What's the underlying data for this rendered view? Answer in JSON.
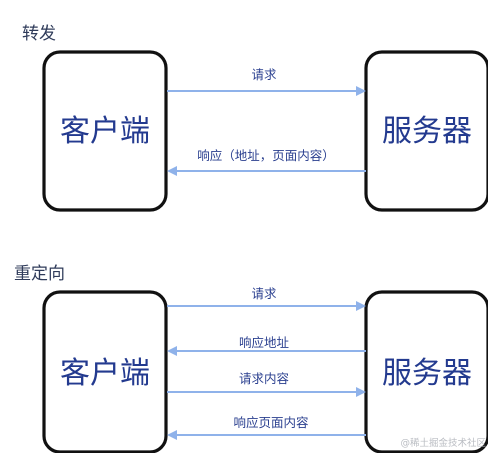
{
  "forward": {
    "title": "转发",
    "client": "客户端",
    "server": "服务器",
    "arrows": [
      {
        "label": "请求",
        "direction": "right"
      },
      {
        "label": "响应（地址，页面内容）",
        "direction": "left"
      }
    ]
  },
  "redirect": {
    "title": "重定向",
    "client": "客户端",
    "server": "服务器",
    "arrows": [
      {
        "label": "请求",
        "direction": "right"
      },
      {
        "label": "响应地址",
        "direction": "left"
      },
      {
        "label": "请求内容",
        "direction": "right"
      },
      {
        "label": "响应页面内容",
        "direction": "left"
      }
    ]
  },
  "watermark": "@稀土掘金技术社区",
  "colors": {
    "arrow": "#8fb2ea",
    "box_border": "#111111",
    "text": "#233a8f"
  }
}
